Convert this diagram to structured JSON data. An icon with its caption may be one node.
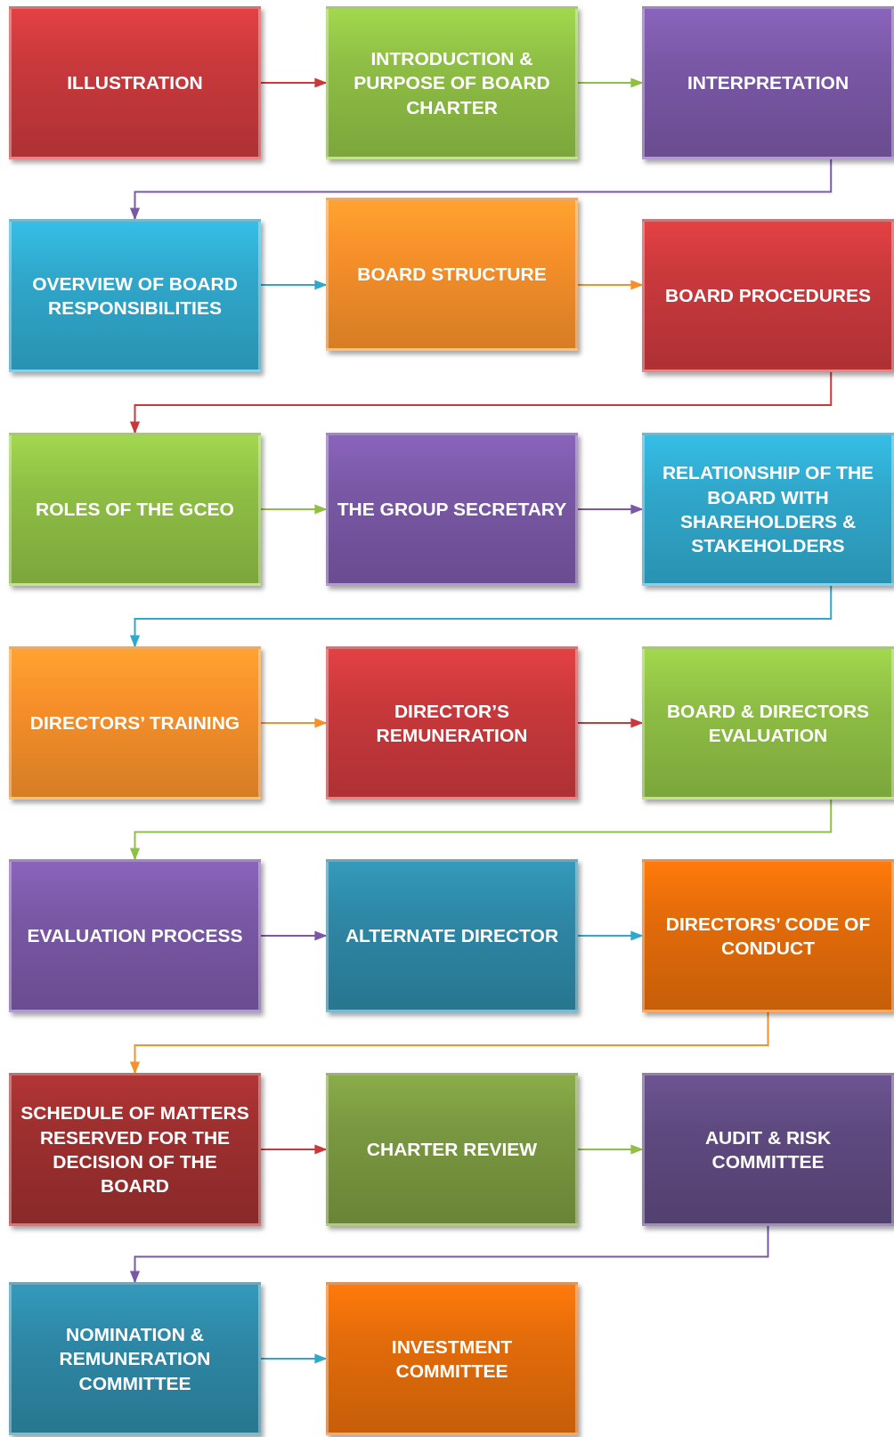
{
  "diagram": {
    "nodes": [
      {
        "text": [
          "ILLUSTRATION"
        ]
      },
      {
        "text": [
          "INTRODUCTION & PURPOSE OF BOARD CHARTER"
        ]
      },
      {
        "text": [
          "INTERPRETATION"
        ]
      },
      {
        "text": [
          "OVERVIEW OF BOARD RESPONSIBILITIES"
        ]
      },
      {
        "text": [
          "BOARD STRUCTURE"
        ]
      },
      {
        "text": [
          "BOARD PROCEDURES"
        ]
      },
      {
        "text": [
          "ROLES OF THE GCEO"
        ]
      },
      {
        "text": [
          "THE GROUP SECRETARY"
        ]
      },
      {
        "text": [
          "RELATIONSHIP OF THE BOARD WITH SHAREHOLDERS & STAKEHOLDERS"
        ]
      },
      {
        "text": [
          "DIRECTORS’ TRAINING"
        ]
      },
      {
        "text": [
          "DIRECTOR’S REMUNERATION"
        ]
      },
      {
        "text": [
          "BOARD & DIRECTORS EVALUATION"
        ]
      },
      {
        "text": [
          "EVALUATION PROCESS"
        ]
      },
      {
        "text": [
          "ALTERNATE DIRECTOR"
        ]
      },
      {
        "text": [
          "DIRECTORS’ CODE OF CONDUCT"
        ]
      },
      {
        "text": [
          "SCHEDULE OF MATTERS RESERVED FOR THE DECISION OF THE BOARD"
        ]
      },
      {
        "text": [
          "CHARTER REVIEW"
        ]
      },
      {
        "text": [
          "AUDIT & RISK COMMITTEE"
        ]
      },
      {
        "text": [
          "NOMINATION & REMUNERATION COMMITTEE"
        ]
      },
      {
        "text": [
          "INVESTMENT COMMITTEE"
        ]
      }
    ],
    "edges": [
      {
        "from": 0,
        "to": 1,
        "arrow": "to",
        "color": "#c9393c"
      },
      {
        "from": 1,
        "to": 2,
        "arrow": "to",
        "color": "#8fbf45"
      },
      {
        "from": 2,
        "to": 3,
        "arrow": "to",
        "color": "#7a58a6"
      },
      {
        "from": 3,
        "to": 4,
        "arrow": "to",
        "color": "#30a8cc"
      },
      {
        "from": 4,
        "to": 5,
        "arrow": "to",
        "color": "#f7902a"
      },
      {
        "from": 5,
        "to": 6,
        "arrow": "to",
        "color": "#c9393c"
      },
      {
        "from": 6,
        "to": 7,
        "arrow": "to",
        "color": "#8fbf45"
      },
      {
        "from": 7,
        "to": 8,
        "arrow": "to",
        "color": "#7a58a6"
      },
      {
        "from": 8,
        "to": 9,
        "arrow": "to",
        "color": "#30a8cc"
      },
      {
        "from": 9,
        "to": 10,
        "arrow": "to",
        "color": "#f7902a"
      },
      {
        "from": 10,
        "to": 11,
        "arrow": "to",
        "color": "#c9393c"
      },
      {
        "from": 11,
        "to": 12,
        "arrow": "to",
        "color": "#8fbf45"
      },
      {
        "from": 12,
        "to": 13,
        "arrow": "to",
        "color": "#7a58a6"
      },
      {
        "from": 13,
        "to": 14,
        "arrow": "to",
        "color": "#30a8cc"
      },
      {
        "from": 14,
        "to": 15,
        "arrow": "to",
        "color": "#f7902a"
      },
      {
        "from": 15,
        "to": 16,
        "arrow": "to",
        "color": "#c9393c"
      },
      {
        "from": 16,
        "to": 17,
        "arrow": "to",
        "color": "#8fbf45"
      },
      {
        "from": 17,
        "to": 18,
        "arrow": "to",
        "color": "#7a58a6"
      },
      {
        "from": 18,
        "to": 19,
        "arrow": "to",
        "color": "#30a8cc"
      }
    ]
  }
}
